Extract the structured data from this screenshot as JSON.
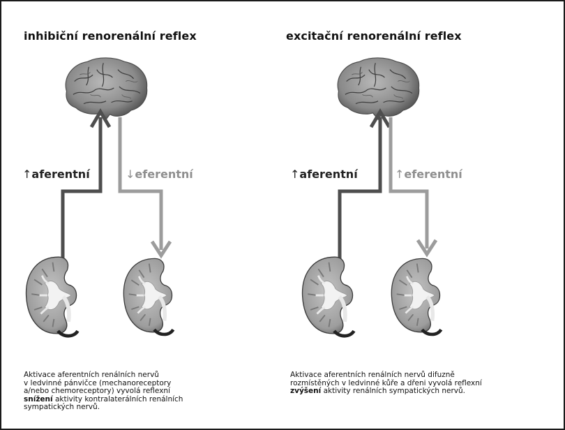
{
  "left": {
    "title": "inhibiční renorenální reflex",
    "afferent_arrow": "↑",
    "afferent_label": "aferentní",
    "efferent_arrow": "↓",
    "efferent_label": "eferentní",
    "desc_l1": "Aktivace aferentních renálních nervů",
    "desc_l2": "v ledvinné pánvičce (mechanoreceptory",
    "desc_l3": "a/nebo chemoreceptory) vyvolá reflexní",
    "desc_bold": "snížení",
    "desc_l4_rest": " aktivity kontralaterálních renálních",
    "desc_l5": "sympatických nervů."
  },
  "right": {
    "title": "excitační renorenální reflex",
    "afferent_arrow": "↑",
    "afferent_label": "aferentní",
    "efferent_arrow": "↑",
    "efferent_label": "eferentní",
    "desc_l1": "Aktivace aferentních renálních nervů difuzně",
    "desc_l2": "rozmístěných v ledvinné kůře a dřeni vyvolá reflexní",
    "desc_bold": "zvýšení",
    "desc_l3_rest": " aktivity renálních sympatických nervů."
  },
  "colors": {
    "afferent": "#4a4a4a",
    "efferent": "#9a9a9a",
    "brain": "#8c8c8c",
    "kidney_cortex": "#a9a9a9",
    "kidney_pelvis": "#f2f2f2"
  }
}
